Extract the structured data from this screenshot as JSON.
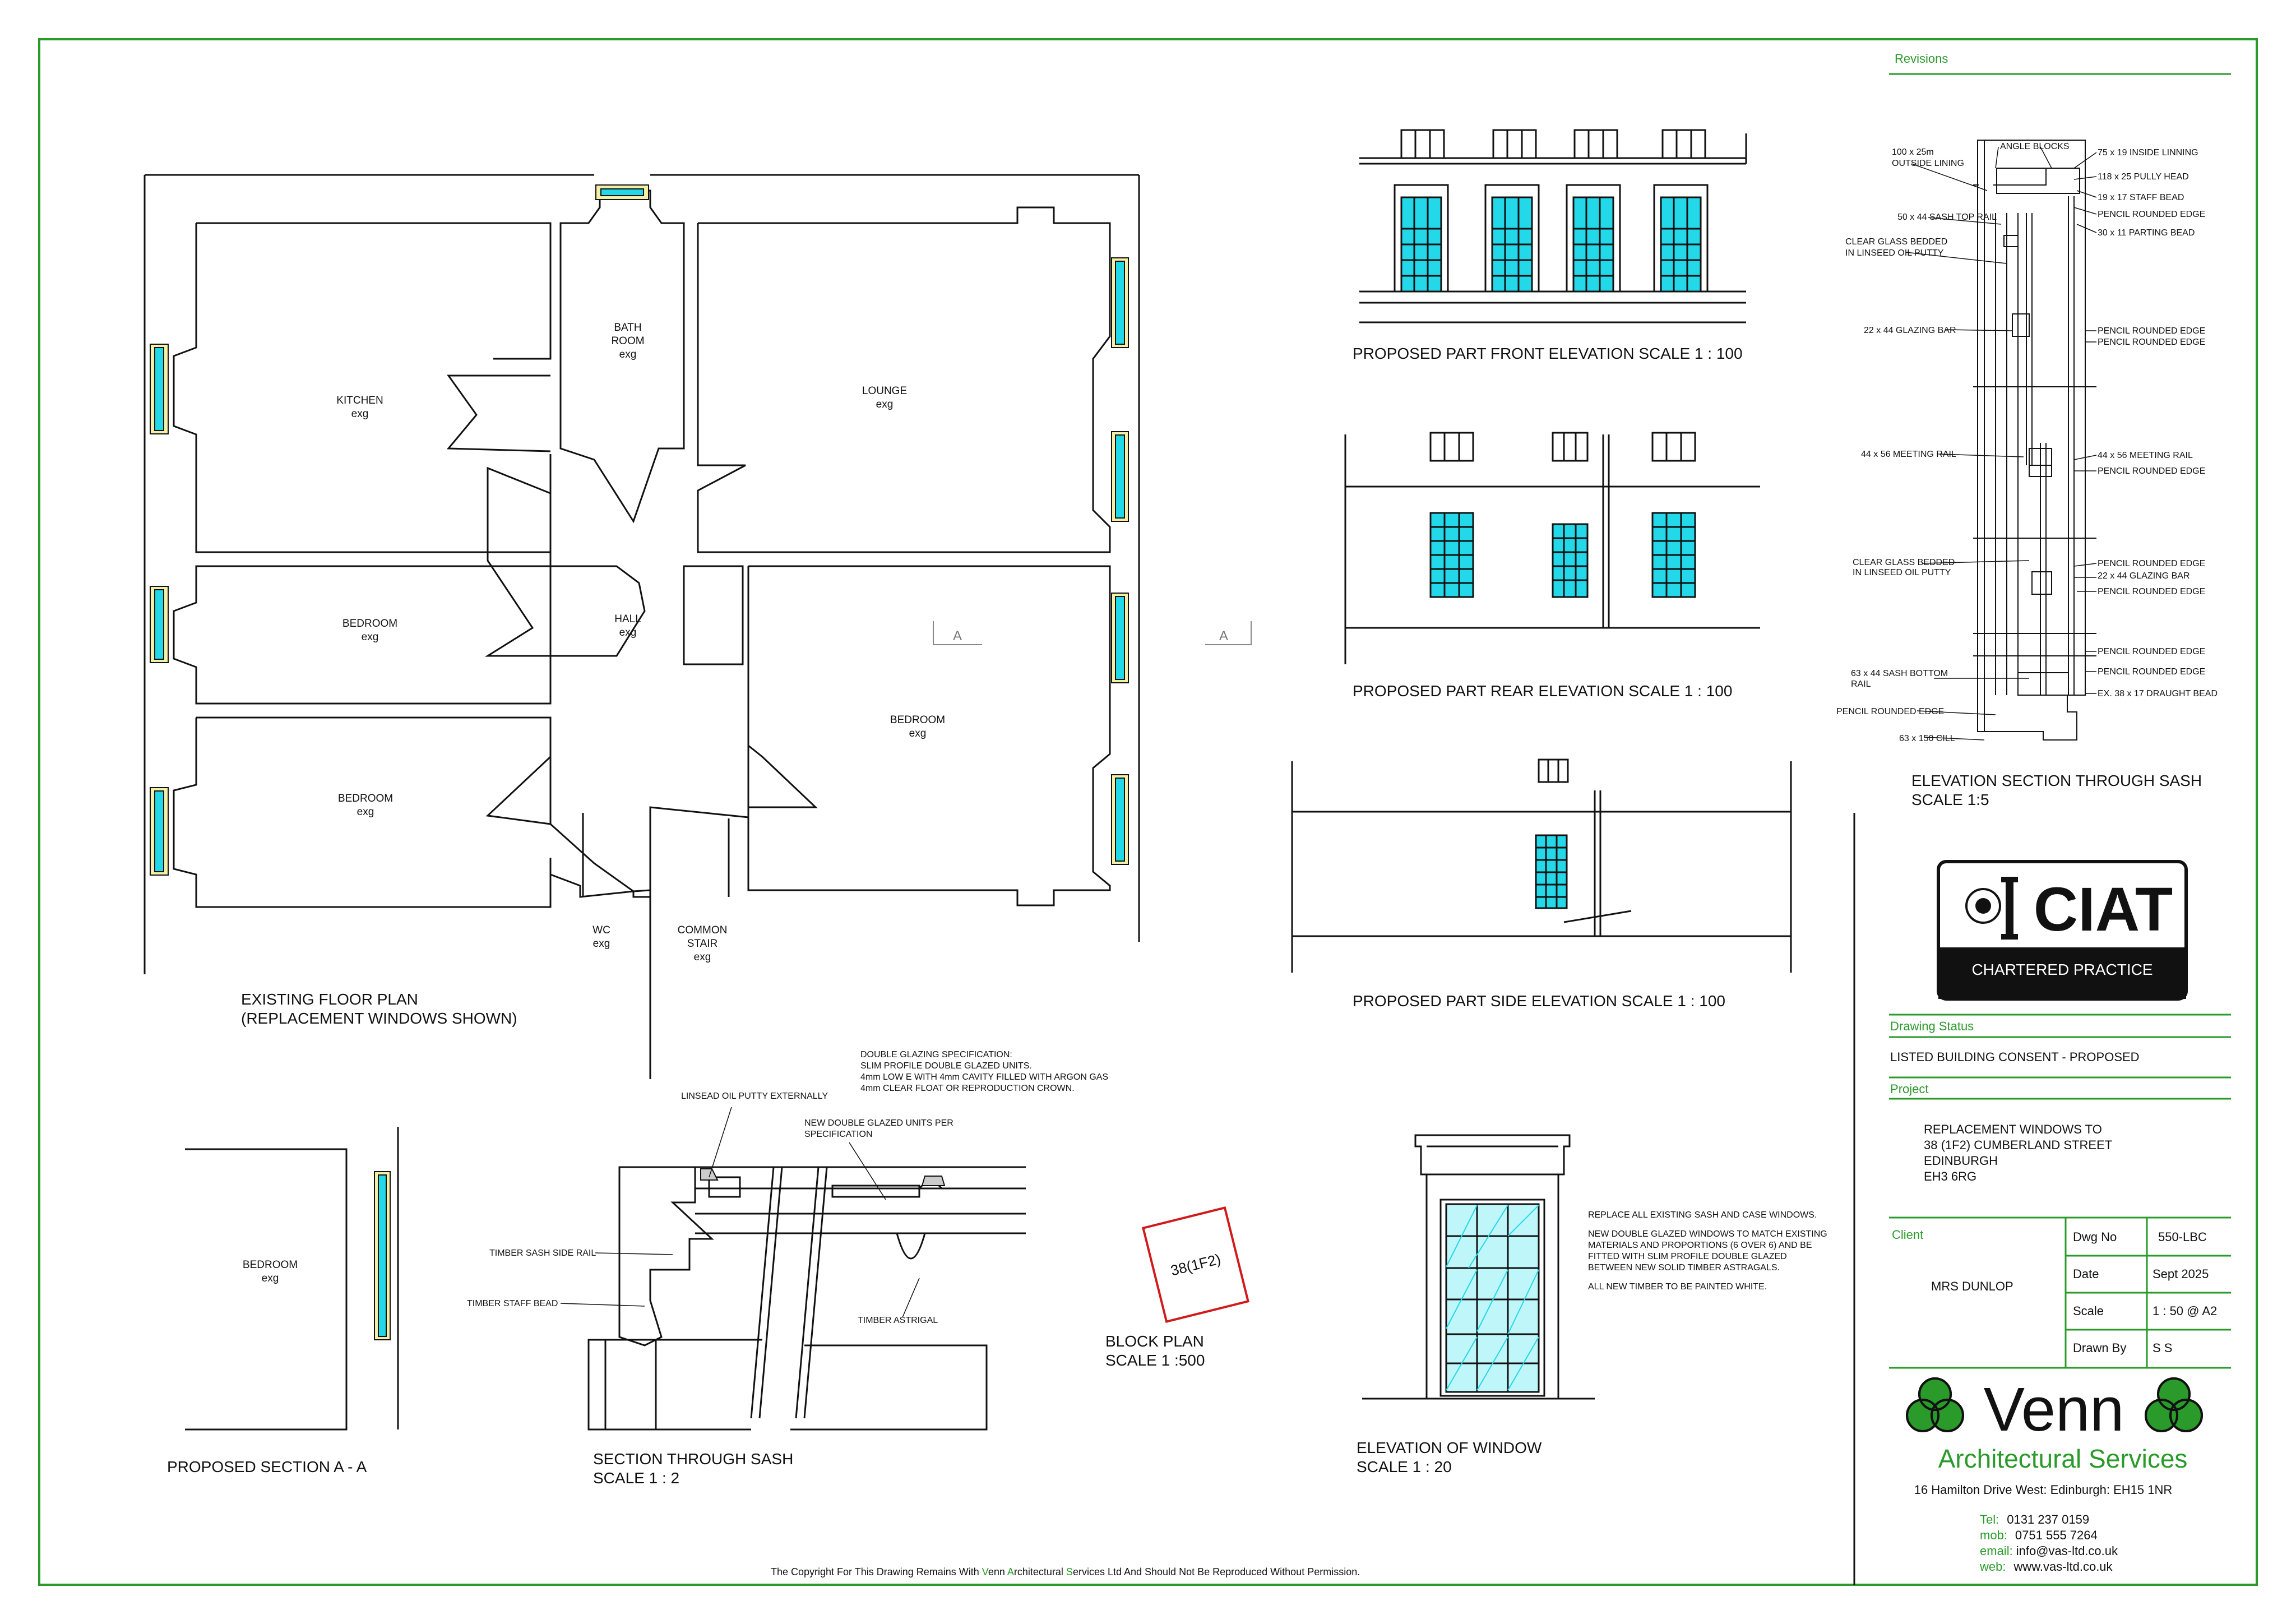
{
  "colors": {
    "border": "#2a9a2a",
    "accent_green": "#2a9a2a",
    "glass": "#23d8e8",
    "block_red": "#d11a1a",
    "line": "#111111"
  },
  "revisions": {
    "label_first": "R",
    "label_rest": "evisions"
  },
  "floor_plan": {
    "title": "EXISTING FLOOR PLAN",
    "subtitle": "(REPLACEMENT WINDOWS SHOWN)",
    "rooms": [
      {
        "name": "KITCHEN",
        "sub": "exg"
      },
      {
        "name": "LOUNGE",
        "sub": "exg"
      },
      {
        "name": "BEDROOM",
        "sub": "exg"
      },
      {
        "name": "HALL",
        "sub": "exg"
      },
      {
        "name": "BEDROOM",
        "sub": "exg"
      },
      {
        "name": "BEDROOM",
        "sub": "exg"
      },
      {
        "name": "WC",
        "sub": "exg"
      },
      {
        "name": "COMMON",
        "sub": "STAIR",
        "sub2": "exg"
      }
    ],
    "bath": {
      "line1": "BATH",
      "line2": "ROOM",
      "line3": "exg"
    },
    "section_marker": "A"
  },
  "elevations": {
    "front": "PROPOSED PART FRONT ELEVATION SCALE 1 : 100",
    "rear": "PROPOSED PART REAR ELEVATION SCALE 1 : 100",
    "side": "PROPOSED PART SIDE ELEVATION SCALE 1 : 100"
  },
  "sash_section": {
    "title": "ELEVATION SECTION THROUGH SASH",
    "scale": "SCALE 1:5",
    "labels_left": [
      "100 x 25m",
      "OUTSIDE LINING",
      "50 x 44 SASH TOP RAIL",
      "CLEAR GLASS BEDDED",
      "IN LINSEED OIL PUTTY",
      "22 x 44 GLAZING BAR",
      "44 x 56 MEETING RAIL",
      "CLEAR GLASS BEDDED",
      "IN LINSEED OIL PUTTY",
      "63 x 44 SASH BOTTOM",
      "RAIL",
      "PENCIL ROUNDED EDGE",
      "63 x 150 CILL"
    ],
    "label_top": "ANGLE BLOCKS",
    "labels_right": [
      "75 x 19 INSIDE LINNING",
      "118 x 25 PULLY HEAD",
      "19 x 17 STAFF BEAD",
      "PENCIL ROUNDED EDGE",
      "30 x 11 PARTING BEAD",
      "PENCIL ROUNDED EDGE",
      "PENCIL ROUNDED EDGE",
      "44 x 56 MEETING RAIL",
      "PENCIL ROUNDED EDGE",
      "PENCIL ROUNDED EDGE",
      "22 x 44 GLAZING BAR",
      "PENCIL ROUNDED EDGE",
      "PENCIL ROUNDED EDGE",
      "PENCIL ROUNDED EDGE",
      "EX. 38 x 17 DRAUGHT BEAD"
    ]
  },
  "ciat": {
    "word": "CIAT",
    "band": "CHARTERED PRACTICE"
  },
  "drawing_status": {
    "label_first": "D",
    "label_rest": "rawing Status",
    "value": "LISTED BUILDING CONSENT - PROPOSED"
  },
  "project": {
    "label_first": "P",
    "label_rest": "roject",
    "lines": [
      "REPLACEMENT WINDOWS TO",
      "38 (1F2) CUMBERLAND STREET",
      "EDINBURGH",
      "EH3 6RG"
    ]
  },
  "client": {
    "label_first": "C",
    "label_rest": "lient",
    "name": "MRS DUNLOP"
  },
  "details": [
    {
      "label": "Dwg No",
      "value": "550-LBC"
    },
    {
      "label": "Date",
      "value": "Sept 2025"
    },
    {
      "label": "Scale",
      "value": "1 : 50 @ A2"
    },
    {
      "label": "Drawn By",
      "value": "S S"
    }
  ],
  "company": {
    "name": "Venn",
    "sub_a1": "A",
    "sub_a2": "rchitectural ",
    "sub_s1": "S",
    "sub_s2": "ervices",
    "address": "16 Hamilton Drive West: Edinburgh: EH15 1NR",
    "contacts": [
      {
        "k1": "T",
        "k2": "el:",
        "v": "0131 237 0159"
      },
      {
        "k1": "m",
        "k2": "ob:",
        "v": "0751 555 7264"
      },
      {
        "k1": "e",
        "k2": "mail:",
        "v": "info@vas-ltd.co.uk"
      },
      {
        "k1": "w",
        "k2": "eb:",
        "v": "www.vas-ltd.co.uk"
      }
    ]
  },
  "section_aa": {
    "title": "PROPOSED SECTION A - A",
    "room": "BEDROOM",
    "room_sub": "exg"
  },
  "sash_detail": {
    "title": "SECTION THROUGH SASH",
    "scale": "SCALE 1 : 2",
    "spec": [
      "DOUBLE GLAZING SPECIFICATION:",
      "SLIM PROFILE DOUBLE GLAZED UNITS.",
      "4mm LOW E WITH 4mm CAVITY FILLED WITH ARGON GAS",
      "4mm CLEAR FLOAT OR REPRODUCTION CROWN."
    ],
    "labels": [
      "LINSEAD OIL PUTTY EXTERNALLY",
      "NEW DOUBLE GLAZED UNITS PER",
      "SPECIFICATION",
      "TIMBER SASH SIDE RAIL",
      "TIMBER STAFF BEAD",
      "TIMBER ASTRIGAL"
    ]
  },
  "block_plan": {
    "tag": "38(1F2)",
    "title": "BLOCK PLAN",
    "scale": "SCALE 1 :500"
  },
  "window_elev": {
    "title": "ELEVATION OF WINDOW",
    "scale": "SCALE 1 : 20",
    "notes": [
      "REPLACE ALL EXISTING SASH AND CASE WINDOWS.",
      "NEW DOUBLE GLAZED WINDOWS TO MATCH EXISTING",
      "MATERIALS AND PROPORTIONS (6 OVER 6) AND BE",
      "FITTED WITH SLIM PROFILE DOUBLE GLAZED",
      "BETWEEN NEW SOLID TIMBER ASTRAGALS.",
      "ALL NEW TIMBER TO BE PAINTED WHITE."
    ]
  },
  "copyright": {
    "a": "The Copyright For This Drawing Remains With ",
    "v1": "V",
    "v2": "enn ",
    "a1": "A",
    "a2": "rchitectural ",
    "s1": "S",
    "s2": "ervices Ltd",
    "b": " And Should Not Be Reproduced Without Permission."
  }
}
